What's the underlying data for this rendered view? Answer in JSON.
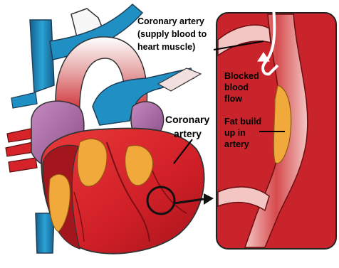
{
  "labels": {
    "coronary_artery_top_line1": "Coronary artery",
    "coronary_artery_top_line2": "(supply blood to",
    "coronary_artery_top_line3": "heart muscle)",
    "coronary_artery_mid_line1": "Coronary",
    "coronary_artery_mid_line2": "artery",
    "blocked_line1": "Blocked",
    "blocked_line2": "blood",
    "blocked_line3": "flow",
    "fat_line1": "Fat build",
    "fat_line2": "up in",
    "fat_line3": "artery"
  },
  "colors": {
    "heart_red": "#d6232a",
    "heart_dark_red": "#9e1218",
    "vessel_blue": "#1f8fc4",
    "vessel_dark_blue": "#155f8c",
    "fat_yellow": "#f0a93a",
    "vein_purple": "#a4669f",
    "artery_panel_bg": "#c9242b",
    "artery_pink": "#f2b6b5"
  }
}
